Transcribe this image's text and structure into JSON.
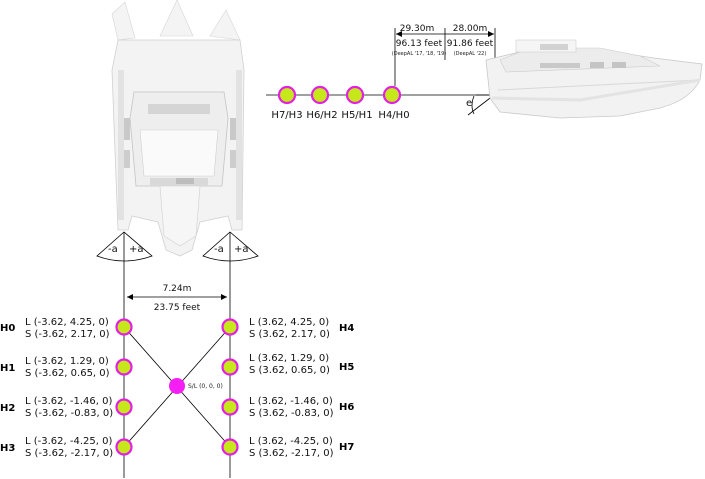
{
  "colors": {
    "hydrophone_fill": "#c6e81a",
    "hydrophone_ring": "#e21fe2",
    "source_fill": "#f51ff5",
    "line": "#000000",
    "hull": "#f2f2f2",
    "hull_shade": "#c9c9c9"
  },
  "side_view": {
    "pair_labels": [
      "H7/H3",
      "H6/H2",
      "H5/H1",
      "H4/H0"
    ],
    "dim_left": {
      "meters": "29.30m",
      "feet": "96.13 feet",
      "note": "(DeepAL '17, '18, '19)"
    },
    "dim_right": {
      "meters": "28.00m",
      "feet": "91.86 feet",
      "note": "(DeepAL '22)"
    },
    "angle_label": "e"
  },
  "stern_angles": {
    "left": {
      "minus": "-a",
      "plus": "+a"
    },
    "right": {
      "minus": "-a",
      "plus": "+a"
    }
  },
  "spacing": {
    "meters": "7.24m",
    "feet": "23.75 feet"
  },
  "source": {
    "label": "S/L (0, 0, 0)"
  },
  "left_hydrophones": [
    {
      "name": "H0",
      "L": "L (-3.62, 4.25, 0)",
      "S": "S (-3.62, 2.17, 0)"
    },
    {
      "name": "H1",
      "L": "L (-3.62, 1.29, 0)",
      "S": "S (-3.62, 0.65, 0)"
    },
    {
      "name": "H2",
      "L": "L (-3.62, -1.46, 0)",
      "S": "S (-3.62, -0.83, 0)"
    },
    {
      "name": "H3",
      "L": "L (-3.62, -4.25, 0)",
      "S": "S (-3.62, -2.17, 0)"
    }
  ],
  "right_hydrophones": [
    {
      "name": "H4",
      "L": "L (3.62, 4.25, 0)",
      "S": "S (3.62, 2.17, 0)"
    },
    {
      "name": "H5",
      "L": "L (3.62, 1.29, 0)",
      "S": "S (3.62, 0.65, 0)"
    },
    {
      "name": "H6",
      "L": "L (3.62, -1.46, 0)",
      "S": "S (3.62, -0.83, 0)"
    },
    {
      "name": "H7",
      "L": "L (3.62, -4.25, 0)",
      "S": "S (3.62, -2.17, 0)"
    }
  ]
}
